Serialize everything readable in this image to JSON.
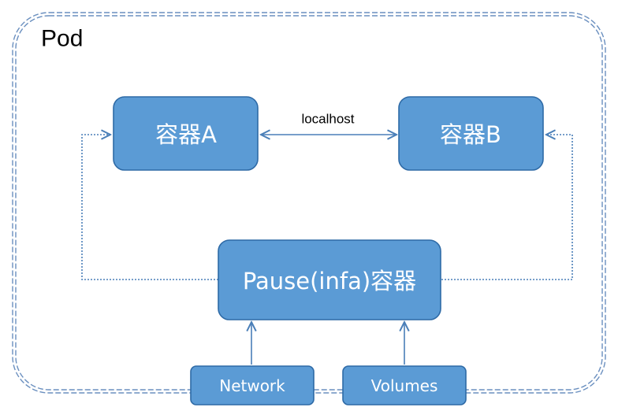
{
  "pod": {
    "title": "Pod"
  },
  "containers": {
    "a": {
      "label": "容器A"
    },
    "b": {
      "label": "容器B"
    },
    "pause": {
      "label": "Pause(infa)容器"
    }
  },
  "link": {
    "label": "localhost"
  },
  "resources": {
    "network": {
      "label": "Network"
    },
    "volumes": {
      "label": "Volumes"
    }
  },
  "colors": {
    "box_fill": "#5b9bd5",
    "box_stroke": "#2e6aa6",
    "pod_border": "#6a8fbf",
    "arrow": "#4a7fb8",
    "text_dark": "#000000"
  }
}
